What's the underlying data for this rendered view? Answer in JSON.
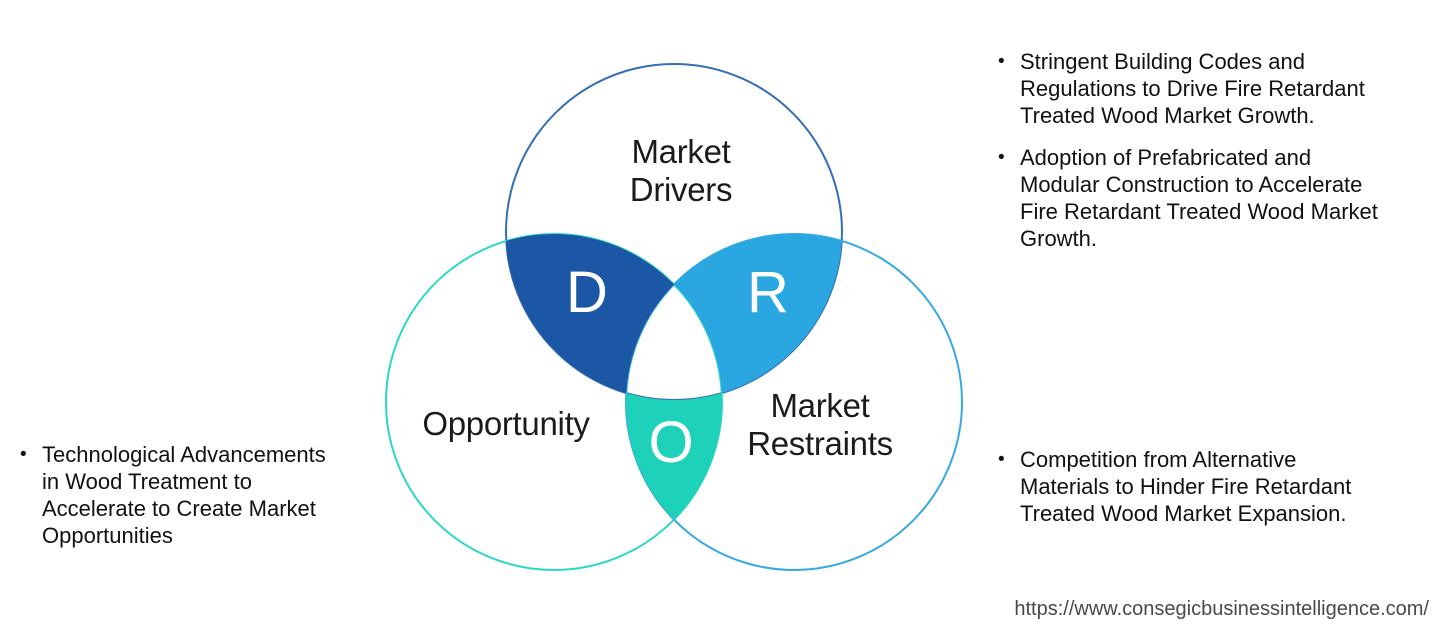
{
  "glyphs": {
    "bullet": "•"
  },
  "venn": {
    "circles": {
      "drivers": {
        "stroke": "#356eb5"
      },
      "opportunity": {
        "stroke": "#2ad9c5"
      },
      "restraints": {
        "stroke": "#36a9e2"
      }
    },
    "labels": {
      "drivers": [
        "Market",
        "Drivers"
      ],
      "opportunity": "Opportunity",
      "restraints": [
        "Market",
        "Restraints"
      ]
    },
    "intersections": {
      "d": {
        "letter": "D",
        "fill": "#1b57a4"
      },
      "r": {
        "letter": "R",
        "fill": "#2aa6e0"
      },
      "o": {
        "letter": "O",
        "fill": "#1ed2ba"
      }
    }
  },
  "left_panel": {
    "bullets": [
      {
        "lines": [
          "Technological Advancements",
          "in Wood Treatment to",
          "Accelerate to Create Market",
          "Opportunities"
        ]
      }
    ]
  },
  "right_top_panel": {
    "bullets": [
      {
        "lines": [
          "Stringent Building Codes and",
          "Regulations to Drive Fire Retardant",
          "Treated Wood Market Growth."
        ]
      },
      {
        "lines": [
          "Adoption of Prefabricated and",
          "Modular Construction to Accelerate",
          "Fire Retardant Treated Wood Market",
          "Growth."
        ]
      }
    ]
  },
  "right_bottom_panel": {
    "bullets": [
      {
        "lines": [
          "Competition from Alternative",
          "Materials to Hinder Fire Retardant",
          "Treated Wood Market Expansion."
        ]
      }
    ]
  },
  "footer": {
    "url": "https://www.consegicbusinessintelligence.com/"
  }
}
